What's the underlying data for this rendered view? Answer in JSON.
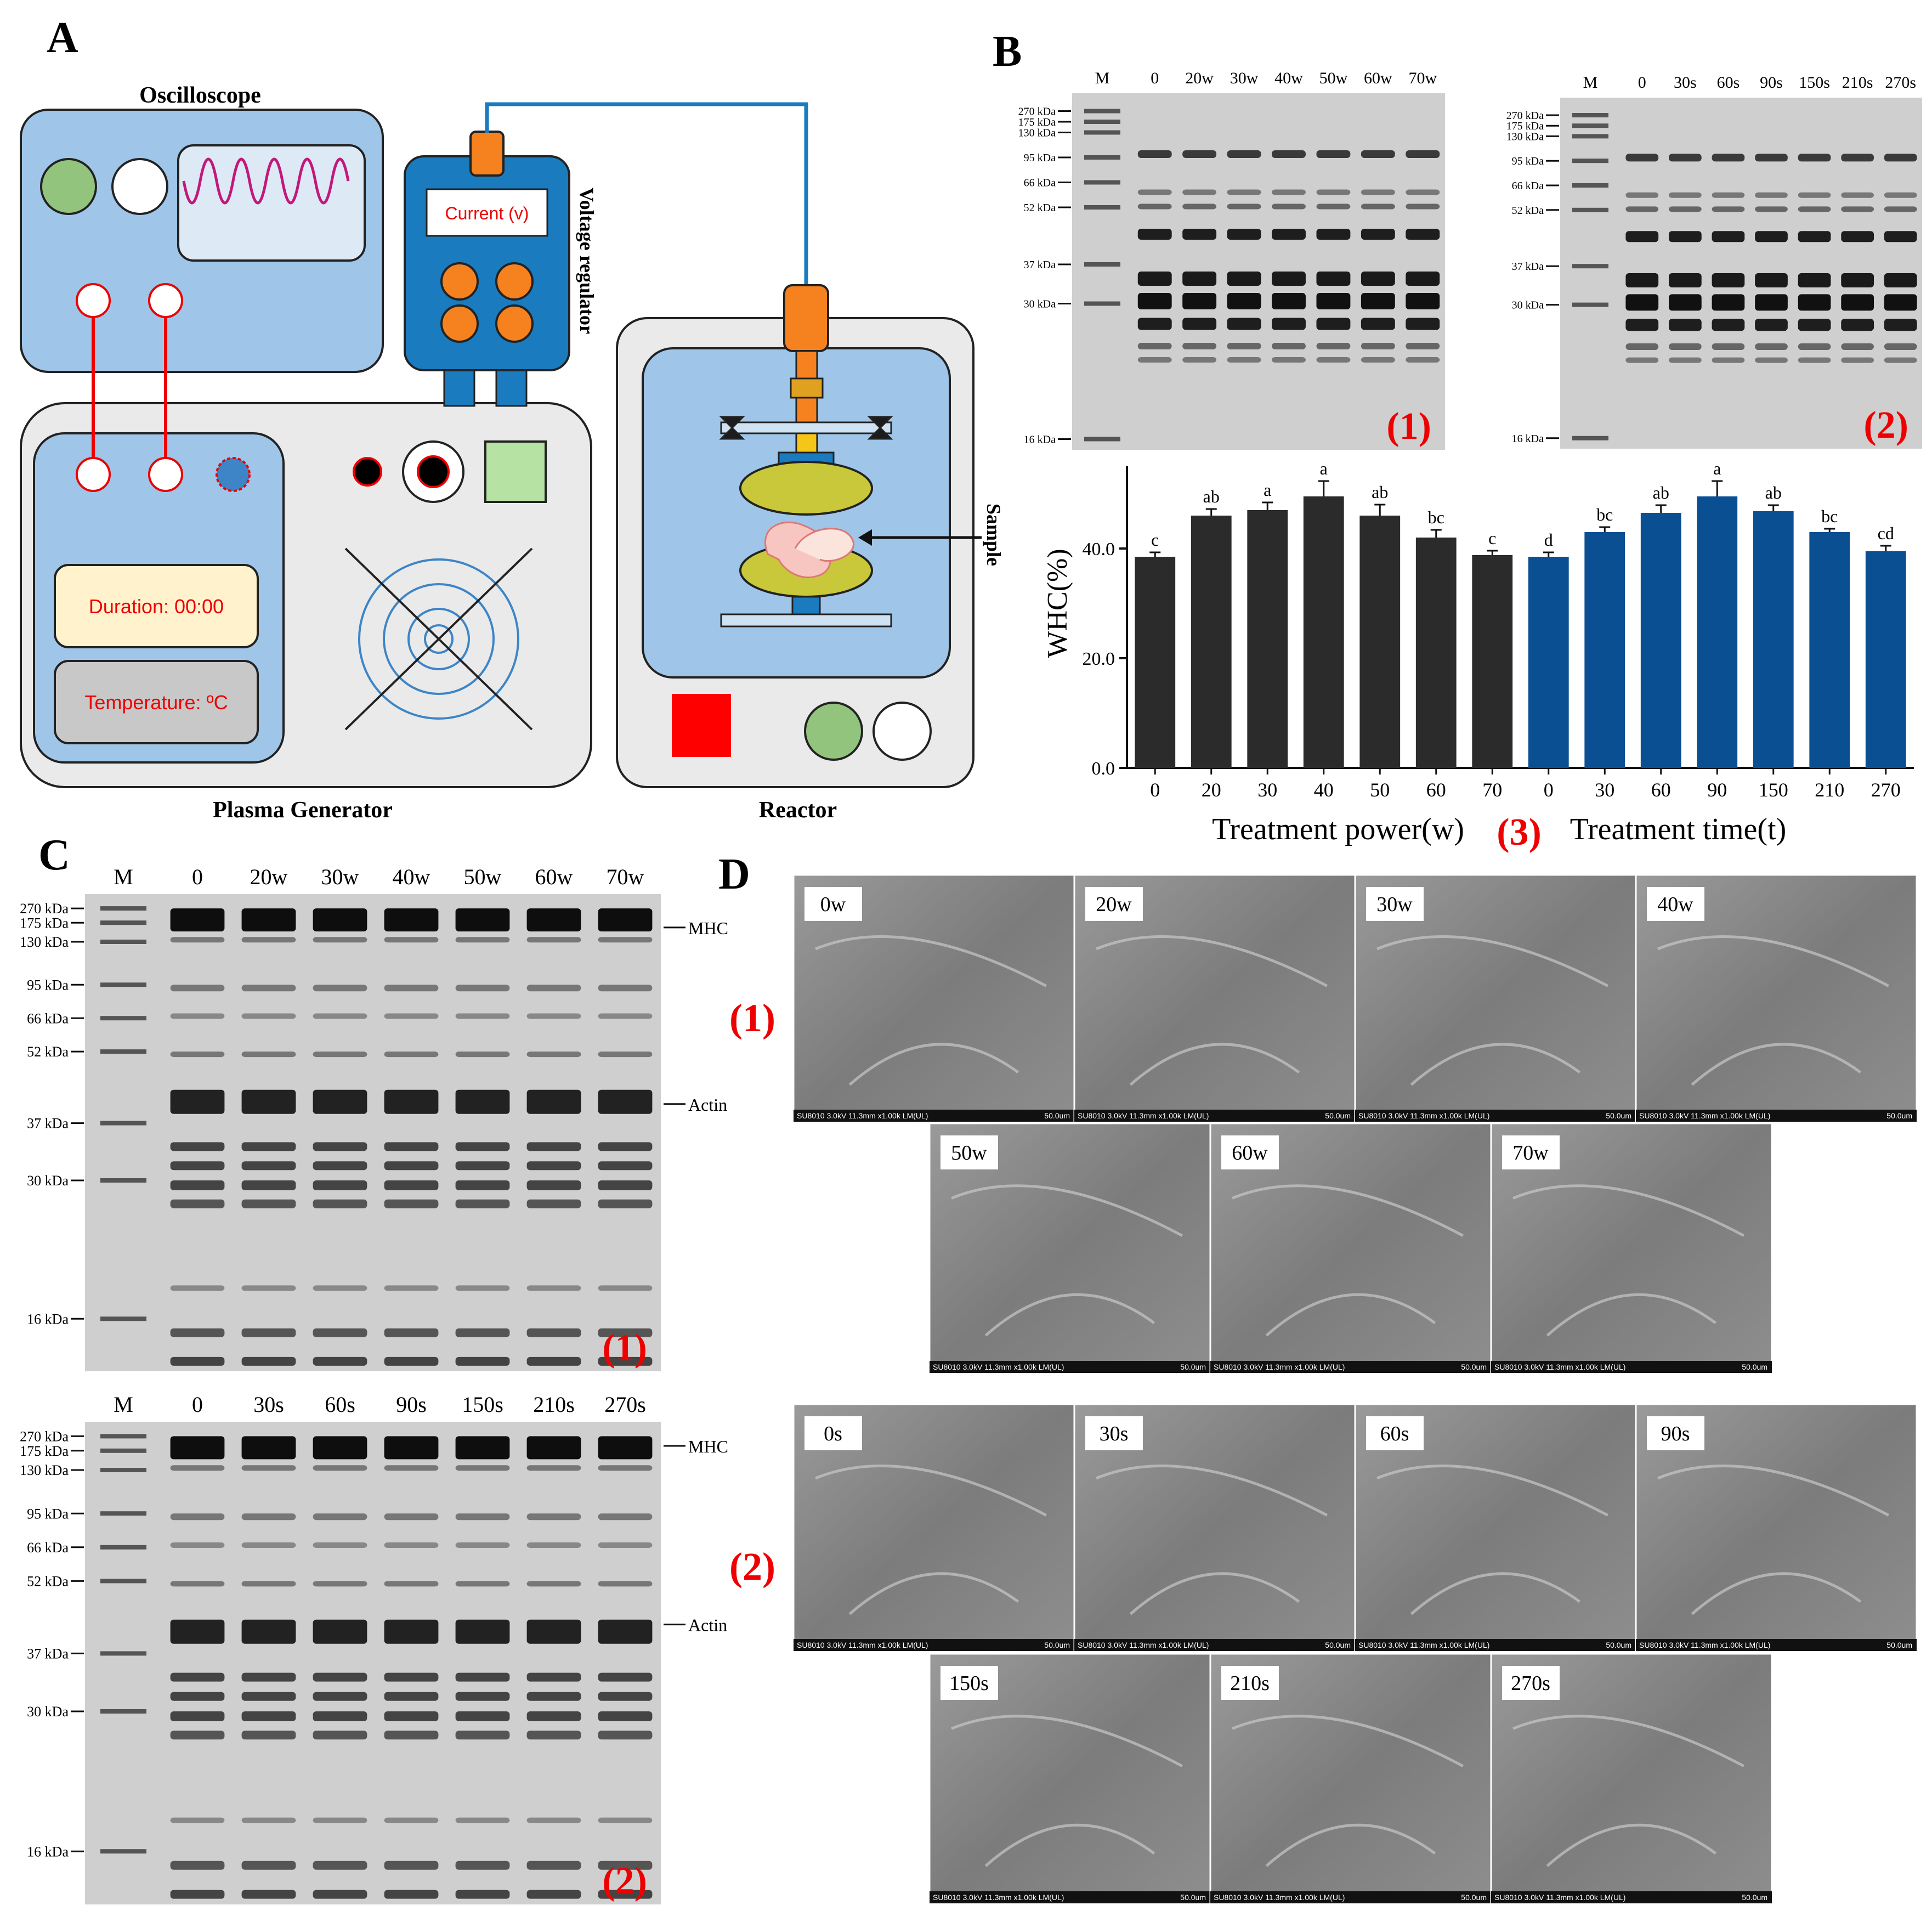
{
  "panels": {
    "a": "A",
    "b": "B",
    "c": "C",
    "d": "D"
  },
  "colors": {
    "device_blue": "#9fc5e8",
    "device_gray": "#eaeaea",
    "accent_orange": "#f5821f",
    "accent_red": "#ff0000",
    "electrode_olive": "#c8c83a",
    "bar_power": "#2b2b2b",
    "bar_time": "#0b4f93",
    "tube_blue": "#1a7bbf"
  },
  "schematic": {
    "oscilloscope": "Oscilloscope",
    "plasma_generator": "Plasma Generator",
    "reactor": "Reactor",
    "voltage_regulator": "Voltage regulator",
    "current": "Current (v)",
    "duration": "Duration: 00:00",
    "temperature": "Temperature: ºC",
    "sample": "Sample"
  },
  "gels": {
    "marker_lane": "M",
    "b1": {
      "lanes": [
        "0",
        "20w",
        "30w",
        "40w",
        "50w",
        "60w",
        "70w"
      ],
      "markers": [
        "270 kDa",
        "175 kDa",
        "130 kDa",
        "95 kDa",
        "66 kDa",
        "52 kDa",
        "37 kDa",
        "30 kDa",
        "16 kDa"
      ],
      "tag": "(1)"
    },
    "b2": {
      "lanes": [
        "0",
        "30s",
        "60s",
        "90s",
        "150s",
        "210s",
        "270s"
      ],
      "markers": [
        "270 kDa",
        "175 kDa",
        "130 kDa",
        "95 kDa",
        "66 kDa",
        "52 kDa",
        "37 kDa",
        "30 kDa",
        "16 kDa"
      ],
      "tag": "(2)"
    },
    "c1": {
      "lanes": [
        "0",
        "20w",
        "30w",
        "40w",
        "50w",
        "60w",
        "70w"
      ],
      "markers": [
        "270 kDa",
        "175 kDa",
        "130 kDa",
        "95 kDa",
        "66 kDa",
        "52 kDa",
        "37 kDa",
        "30 kDa",
        "16 kDa"
      ],
      "tag": "(1)"
    },
    "c2": {
      "lanes": [
        "0",
        "30s",
        "60s",
        "90s",
        "150s",
        "210s",
        "270s"
      ],
      "markers": [
        "270 kDa",
        "175 kDa",
        "130 kDa",
        "95 kDa",
        "66 kDa",
        "52 kDa",
        "37 kDa",
        "30 kDa",
        "16 kDa"
      ],
      "tag": "(2)"
    },
    "mhc": "MHC",
    "actin": "Actin"
  },
  "chart_data": {
    "type": "bar",
    "ylabel": "WHC(%)",
    "ylim": [
      0,
      55
    ],
    "yticks": [
      "0.0",
      "20.0",
      "40.0"
    ],
    "tag": "(3)",
    "series": [
      {
        "name": "Treatment power(w)",
        "categories": [
          "0",
          "20",
          "30",
          "40",
          "50",
          "60",
          "70"
        ],
        "values": [
          38.5,
          46.0,
          47.0,
          49.5,
          46.0,
          42.0,
          38.8
        ],
        "errors": [
          0.8,
          1.2,
          1.4,
          2.8,
          2.0,
          1.4,
          0.8
        ],
        "letters": [
          "c",
          "ab",
          "a",
          "a",
          "ab",
          "bc",
          "c"
        ]
      },
      {
        "name": "Treatment time(t)",
        "categories": [
          "0",
          "30",
          "60",
          "90",
          "150",
          "210",
          "270"
        ],
        "values": [
          38.5,
          43.0,
          46.5,
          49.5,
          46.8,
          43.0,
          39.5
        ],
        "errors": [
          0.8,
          0.9,
          1.4,
          2.8,
          1.1,
          0.6,
          1.0
        ],
        "letters": [
          "d",
          "bc",
          "ab",
          "a",
          "ab",
          "bc",
          "cd"
        ]
      }
    ]
  },
  "sem": {
    "caption": "SU8010 3.0kV 11.3mm x1.00k LM(UL)",
    "scale": "50.0um",
    "tag1": "(1)",
    "tag2": "(2)",
    "row1_labels": [
      "0w",
      "20w",
      "30w",
      "40w"
    ],
    "row2_labels": [
      "50w",
      "60w",
      "70w"
    ],
    "row3_labels": [
      "0s",
      "30s",
      "60s",
      "90s"
    ],
    "row4_labels": [
      "150s",
      "210s",
      "270s"
    ]
  }
}
